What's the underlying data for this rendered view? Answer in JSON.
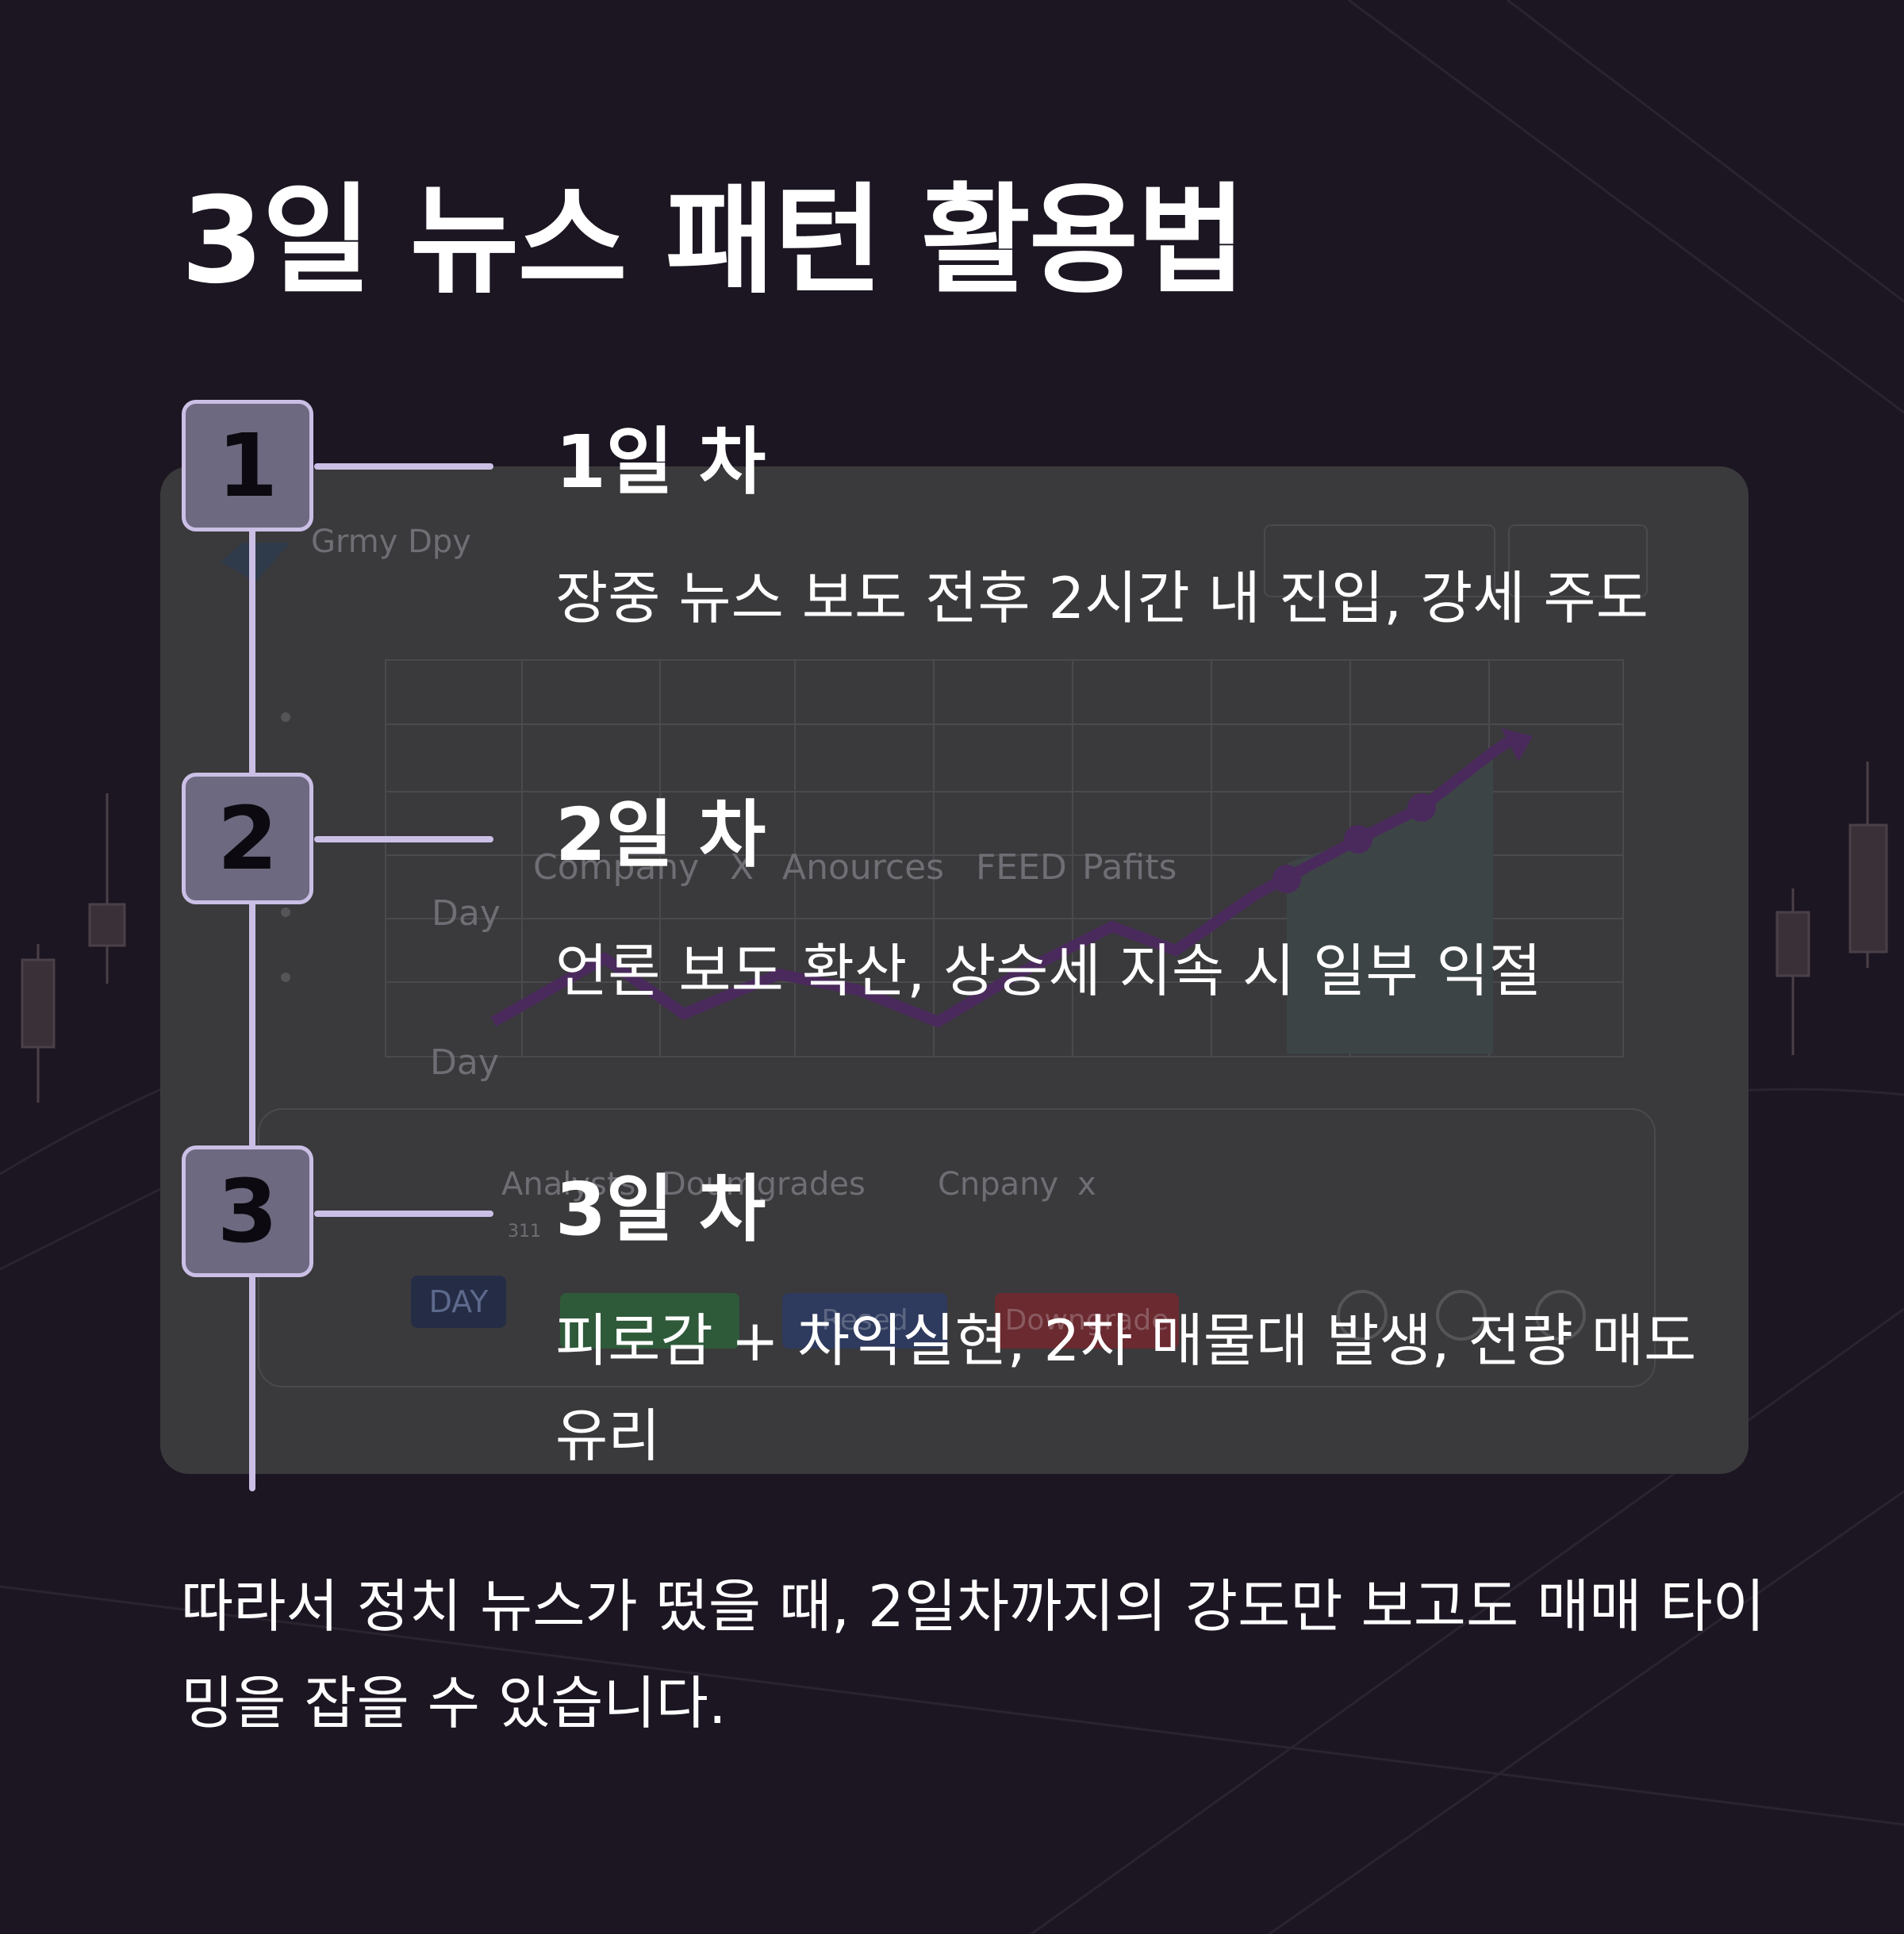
{
  "title": "3일 뉴스 패턴 활용법",
  "steps": [
    {
      "number": "1",
      "title": "1일 차",
      "description": "장중 뉴스 보도 전후 2시간 내 진입, 강세 주도"
    },
    {
      "number": "2",
      "title": "2일 차",
      "description": "언론 보도 확산, 상승세 지속 시 일부 익절"
    },
    {
      "number": "3",
      "title": "3일 차",
      "description": "피로감 + 차익실현, 2차 매물대 발생, 전량 매도 유리"
    }
  ],
  "footer": "따라서 정치 뉴스가 떴을 때, 2일차까지의 강도만 보고도 매매 타이밍을 잡을 수 있습니다.",
  "background_card": {
    "brand": "Grmy Dpy",
    "headline_row": [
      "Company",
      "X",
      "Anources",
      "FEED",
      "Pafits"
    ],
    "day_label_1": "Day",
    "day_label_2": "Day",
    "news_row": [
      "Analysts",
      "Doumgrades",
      "Cnpany",
      "x"
    ],
    "badge_small": "311",
    "day_badge": "DAY",
    "pill_labels": [
      "",
      "Resed",
      "Downgrade"
    ],
    "colors": {
      "pill_green": "#2f5a3a",
      "pill_blue": "#2e3a5e",
      "pill_red": "#6a2a30",
      "arrow": "#4a2a5c"
    }
  },
  "colors": {
    "background": "#1c1622",
    "accent": "#cbbfe6",
    "box_fill": "#6d6980"
  }
}
